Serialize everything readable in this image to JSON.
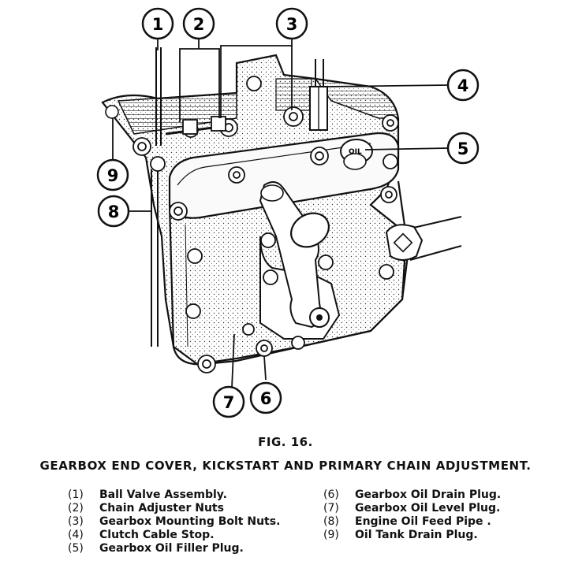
{
  "figure": {
    "label": "FIG. 16.",
    "title": "GEARBOX END COVER, KICKSTART AND PRIMARY CHAIN ADJUSTMENT.",
    "oil_mark": "OIL",
    "callouts": [
      "1",
      "2",
      "3",
      "4",
      "5",
      "6",
      "7",
      "8",
      "9"
    ]
  },
  "legend": {
    "left": [
      {
        "num": "(1)",
        "text": "Ball Valve Assembly."
      },
      {
        "num": "(2)",
        "text": "Chain Adjuster Nuts"
      },
      {
        "num": "(3)",
        "text": "Gearbox Mounting Bolt Nuts."
      },
      {
        "num": "(4)",
        "text": "Clutch Cable Stop."
      },
      {
        "num": "(5)",
        "text": "Gearbox Oil Filler Plug."
      }
    ],
    "right": [
      {
        "num": "(6)",
        "text": "Gearbox Oil Drain Plug."
      },
      {
        "num": "(7)",
        "text": "Gearbox Oil Level Plug."
      },
      {
        "num": "(8)",
        "text": "Engine Oil Feed Pipe ."
      },
      {
        "num": "(9)",
        "text": "Oil Tank Drain Plug."
      }
    ]
  }
}
